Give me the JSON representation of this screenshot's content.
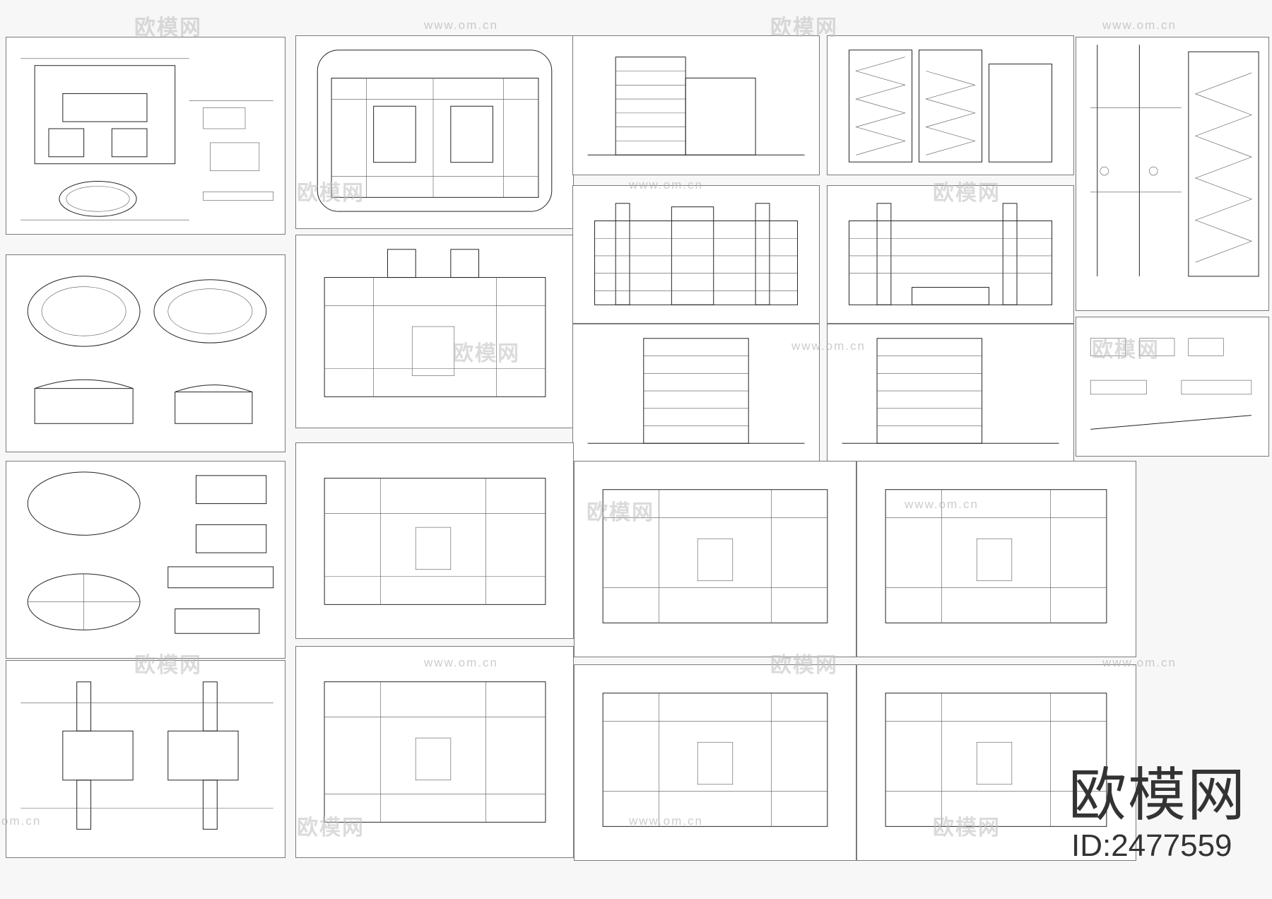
{
  "watermark": {
    "brand_text": "欧模网",
    "url_text": "www.om.cn",
    "url_fragment_left": "om.cn"
  },
  "brand": {
    "logo_text": "欧模网",
    "id_text": "ID:2477559"
  },
  "sheets": [
    {
      "kind": "site-plan-with-details"
    },
    {
      "kind": "floor-plan"
    },
    {
      "kind": "section"
    },
    {
      "kind": "stair-sections"
    },
    {
      "kind": "wall-sections"
    },
    {
      "kind": "auditorium-plans-elevations"
    },
    {
      "kind": "floor-plan"
    },
    {
      "kind": "front-elevation"
    },
    {
      "kind": "rear-elevation"
    },
    {
      "kind": "side-elevation"
    },
    {
      "kind": "side-elevation"
    },
    {
      "kind": "detail-sheet"
    },
    {
      "kind": "oval-hall-plans-elevations"
    },
    {
      "kind": "floor-plan"
    },
    {
      "kind": "floor-plan"
    },
    {
      "kind": "floor-plan"
    },
    {
      "kind": "roof-plan"
    },
    {
      "kind": "floor-plan"
    },
    {
      "kind": "floor-plan"
    },
    {
      "kind": "floor-plan"
    }
  ]
}
